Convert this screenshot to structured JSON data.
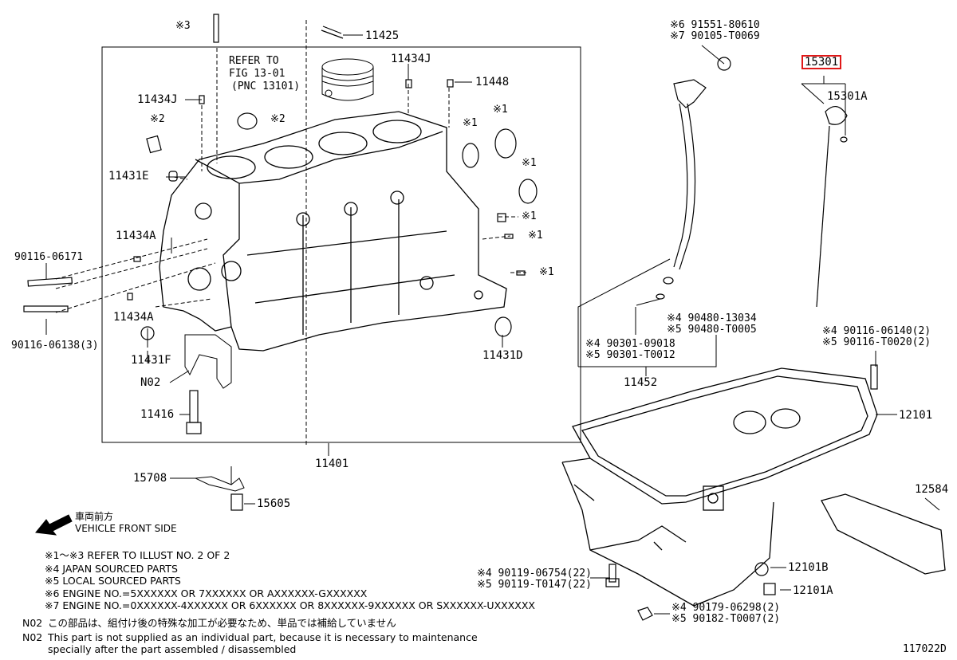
{
  "figure_code": "117022D",
  "refer": {
    "line1": "REFER TO",
    "line2": "FIG 13-01",
    "line3": "(PNC 13101)"
  },
  "front": {
    "jp": "車両前方",
    "en": "VEHICLE FRONT SIDE"
  },
  "parts": {
    "p11425": "11425",
    "p11434J_top": "11434J",
    "p11448": "11448",
    "p11434J_left": "11434J",
    "p11431E": "11431E",
    "p11434A_a": "11434A",
    "p11434A_b": "11434A",
    "p90116_06171": "90116-06171",
    "p90116_06138": "90116-06138(3)",
    "p11431F": "11431F",
    "p11431D": "11431D",
    "pN02": "N02",
    "p11416": "11416",
    "p11401": "11401",
    "p15708": "15708",
    "p15605": "15605",
    "p91551_a": "※6 91551-80610",
    "p91551_b": "※7 90105-T0069",
    "p15301": "15301",
    "p15301A": "15301A",
    "p90480_a": "※4 90480-13034",
    "p90480_b": "※5 90480-T0005",
    "p90301_a": "※4 90301-09018",
    "p90301_b": "※5 90301-T0012",
    "p11452": "11452",
    "p90116_06140_a": "※4 90116-06140(2)",
    "p90116_06140_b": "※5 90116-T0020(2)",
    "p12101": "12101",
    "p12584": "12584",
    "p12101B": "12101B",
    "p12101A": "12101A",
    "p90119_a": "※4 90119-06754(22)",
    "p90119_b": "※5 90119-T0147(22)",
    "p90179_a": "※4 90179-06298(2)",
    "p90179_b": "※5 90182-T0007(2)"
  },
  "marks": {
    "m3": "※3",
    "m2a": "※2",
    "m2b": "※2",
    "m1a": "※1",
    "m1b": "※1",
    "m1c": "※1",
    "m1d": "※1",
    "m1e": "※1"
  },
  "notes": {
    "n1": "※1～※3  REFER TO ILLUST NO. 2 OF 2",
    "n2": "※4 JAPAN SOURCED PARTS",
    "n3": "※5 LOCAL SOURCED PARTS",
    "n4": "※6 ENGINE NO.=5XXXXXX OR 7XXXXXX OR AXXXXXX-GXXXXXX",
    "n5": "※7 ENGINE NO.=0XXXXXX-4XXXXXX OR 6XXXXXX OR 8XXXXXX-9XXXXXX OR SXXXXXX-UXXXXXX",
    "n6_code": "N02",
    "n6": "この部品は、組付け後の特殊な加工が必要なため、単品では補給していません",
    "n7_code": "N02",
    "n7a": "This part is not supplied as an individual part, because it is necessary to maintenance",
    "n7b": "specially after the part assembled / disassembled"
  }
}
